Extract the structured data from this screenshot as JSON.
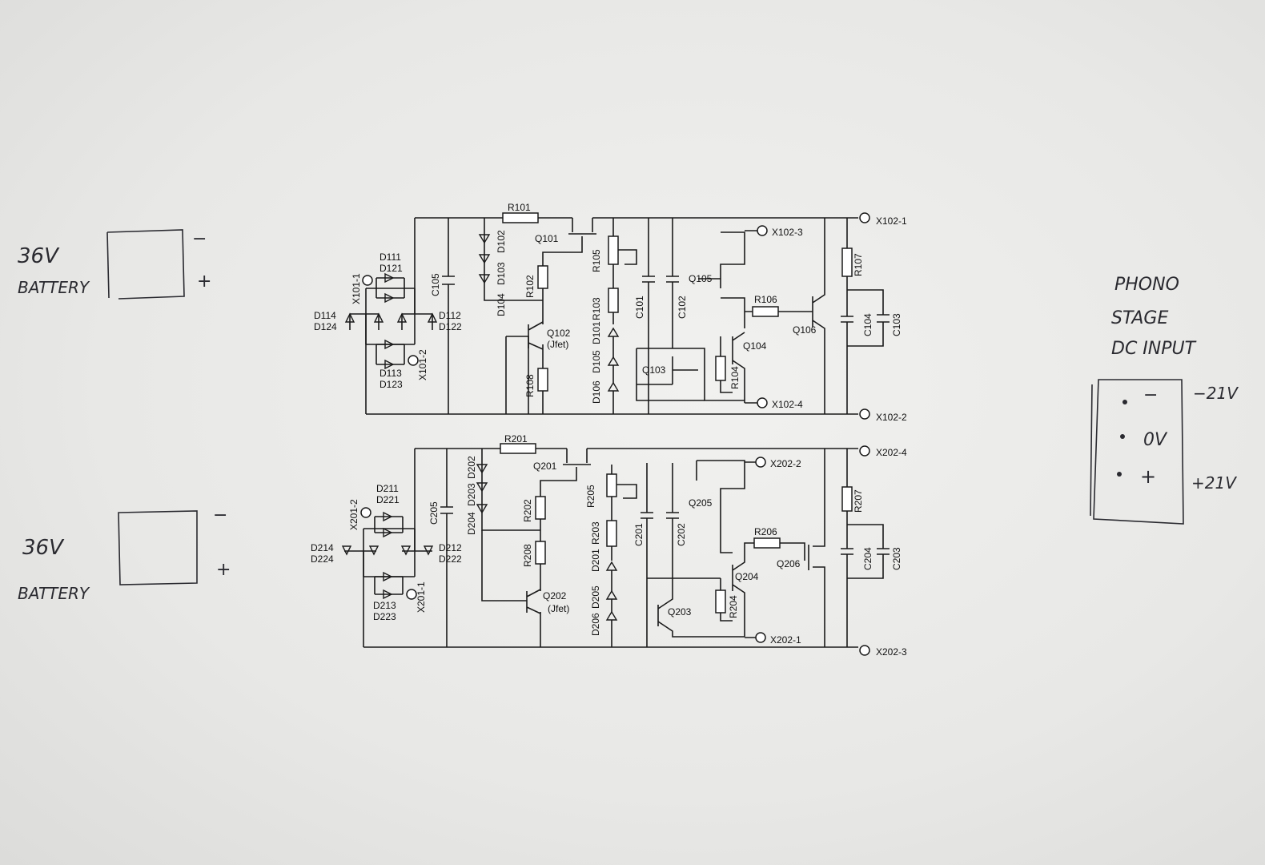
{
  "battery_top": {
    "voltage": "36V",
    "word": "BATTERY",
    "minus": "−",
    "plus": "+"
  },
  "battery_bottom": {
    "voltage": "36V",
    "word": "BATTERY",
    "minus": "−",
    "plus": "+"
  },
  "dc_input": {
    "title": [
      "PHONO",
      "STAGE",
      "DC INPUT"
    ],
    "pins": [
      {
        "symbol": "−",
        "label": "−21V"
      },
      {
        "symbol": "0V",
        "label": ""
      },
      {
        "symbol": "+",
        "label": "+21V"
      }
    ]
  },
  "upper_labels": {
    "r101": "R101",
    "q101": "Q101",
    "c105": "C105",
    "x101_1": "X101-1",
    "x101_2": "X101-2",
    "d111": "D111",
    "d121": "D121",
    "d114": "D114",
    "d124": "D124",
    "d112": "D112",
    "d122": "D122",
    "d113": "D113",
    "d123": "D123",
    "d102": "D102",
    "d103": "D103",
    "d104": "D104",
    "r102": "R102",
    "q102": "Q102",
    "jfet": "(Jfet)",
    "r108": "R108",
    "r105": "R105",
    "r103": "R103",
    "d101": "D101",
    "d105": "D105",
    "d106": "D106",
    "c101": "C101",
    "c102": "C102",
    "q103": "Q103",
    "q104": "Q104",
    "q105": "Q105",
    "r104": "R104",
    "r106": "R106",
    "q106": "Q106",
    "r107": "R107",
    "c104": "C104",
    "c103": "C103",
    "x102_1": "X102-1",
    "x102_2": "X102-2",
    "x102_3": "X102-3",
    "x102_4": "X102-4"
  },
  "lower_labels": {
    "r201": "R201",
    "q201": "Q201",
    "c205": "C205",
    "x201_1": "X201-1",
    "x201_2": "X201-2",
    "d211": "D211",
    "d221": "D221",
    "d214": "D214",
    "d224": "D224",
    "d212": "D212",
    "d222": "D222",
    "d213": "D213",
    "d223": "D223",
    "d202": "D202",
    "d203": "D203",
    "d204": "D204",
    "r202": "R202",
    "r208": "R208",
    "q202": "Q202",
    "jfet": "(Jfet)",
    "r205": "R205",
    "r203": "R203",
    "d201": "D201",
    "d205": "D205",
    "d206": "D206",
    "c201": "C201",
    "c202": "C202",
    "q203": "Q203",
    "q204": "Q204",
    "q205": "Q205",
    "r204": "R204",
    "r206": "R206",
    "q206": "Q206",
    "r207": "R207",
    "c204": "C204",
    "c203": "C203",
    "x202_1": "X202-1",
    "x202_2": "X202-2",
    "x202_3": "X202-3",
    "x202_4": "X202-4"
  }
}
